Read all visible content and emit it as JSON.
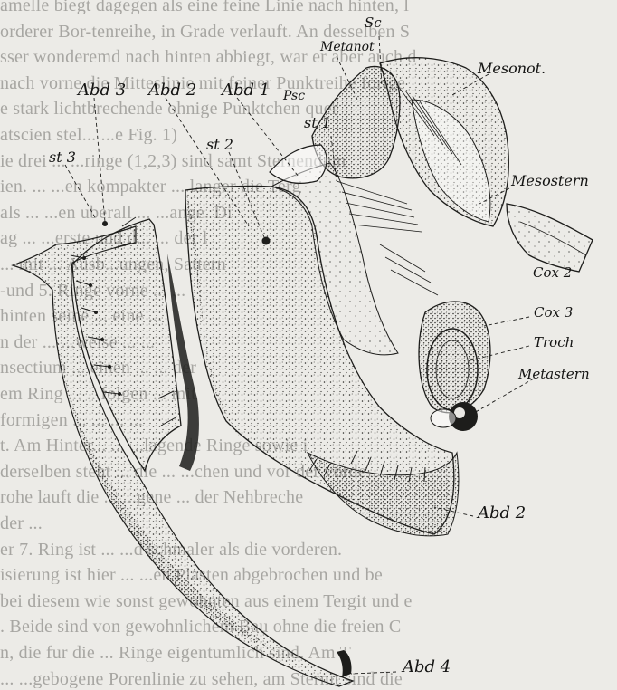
{
  "labels": {
    "sc": "Sc",
    "metanot": "Metanot",
    "mesonot": "Mesonot.",
    "abd3": "Abd 3",
    "abd2_top": "Abd 2",
    "abd1": "Abd 1",
    "psc": "Psc",
    "st1": "st 1",
    "st2": "st 2",
    "st3": "st 3",
    "mesostern": "Mesostern",
    "cox2": "Cox 2",
    "cox3": "Cox 3",
    "troch": "Troch",
    "metastern": "Metastern",
    "abd2_bottom": "Abd 2",
    "abd4": "Abd 4"
  },
  "show_through_text": [
    "amelle biegt dagegen als eine feine Linie nach hinten, l",
    "orderer Bor-tenreihe, in Grade verlauft. An desselben S",
    "sser wonderemd nach hinten abbiegt, war er aber auch d",
    "nach vorne die Mitteslinie mit feiner Punktreihe fortge",
    "e stark lichtbrechende ohnige Punktchen quer",
    "atscien stel... ...e Fig. 1)",
    "ie drei ... ...ringe (1,2,3) sind samt Sternendum",
    "ien. ... ...en kompakter ... langer die Terg",
    "als ... ...en uberall ... ...ange. Di",
    "ag ... ...erste und d... ... der l",
    "... mit ... Ausb...ungen, Sattern",
    "-und 5. Ringe vorne ... ...",
    "hinten seine ... eine ...",
    "n der ... ...weise ... ...",
    "nsectium ... einen ... ... der",
    "em Ring ... ...folgen ... mit",
    "formigen ... ... ... ...",
    "t. Am Hinter... ... ...lagende Ringe sowie i",
    "derselben steht ... die ... ...chen und vor der vorde",
    "rohe lauft die ... ...gene ... der Nehbreche",
    "der ...",
    "er 7. Ring ist ... ...d schmaler als die vorderen.",
    "isierung ist hier ... ...en Plasten abgebrochen und be",
    "bei diesem wie sonst gewohnten aus einem Tergit und e",
    ". Beide sind von gewohnlichem Bau ohne die freien C",
    "n, die fur die ... Ringe eigentumlich sind. Am T",
    "... ...gebogene Porenlinie zu sehen, am Sternit sind die"
  ]
}
